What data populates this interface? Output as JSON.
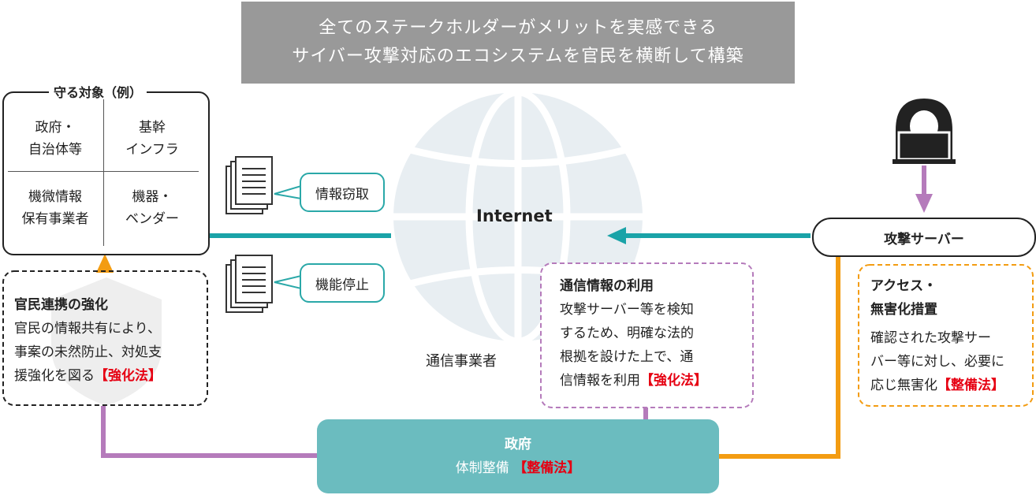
{
  "banner": {
    "line1": "全てのステークホルダーがメリットを実感できる",
    "line2": "サイバー攻撃対応のエコシステムを官民を横断して構築"
  },
  "targets": {
    "title": "守る対象（例）",
    "cells": [
      {
        "line1": "政府・",
        "line2": "自治体等"
      },
      {
        "line1": "基幹",
        "line2": "インフラ"
      },
      {
        "line1": "機微情報",
        "line2": "保有事業者"
      },
      {
        "line1": "機器・",
        "line2": "ベンダー"
      }
    ]
  },
  "threats": {
    "theft": "情報窃取",
    "stop": "機能停止"
  },
  "internet": {
    "label": "Internet",
    "carrier": "通信事業者"
  },
  "collab": {
    "title": "官民連携の強化",
    "line1": "官民の情報共有により、",
    "line2": "事案の未然防止、対処支",
    "line3": "援強化を図る",
    "law": "【強化法】"
  },
  "comm": {
    "title": "通信情報の利用",
    "line1": "攻撃サーバー等を検知",
    "line2": "するため、明確な法的",
    "line3": "根拠を設けた上で、通",
    "line4": "信情報を利用",
    "law": "【強化法】"
  },
  "access": {
    "title_line1": "アクセス・",
    "title_line2": "無害化措置",
    "line1": "確認された攻撃サー",
    "line2": "バー等に対し、必要に",
    "line3": "応じ無害化",
    "law": "【整備法】"
  },
  "server": {
    "label": "攻撃サーバー"
  },
  "gov": {
    "title": "政府",
    "text": "体制整備 ",
    "law": "【整備法】"
  },
  "colors": {
    "teal": "#1aa3a8",
    "orange": "#f39c12",
    "purple": "#b57bbb",
    "gov_fill": "#6bbcbf",
    "globe": "#e8eef2",
    "law_red": "#e60012"
  }
}
